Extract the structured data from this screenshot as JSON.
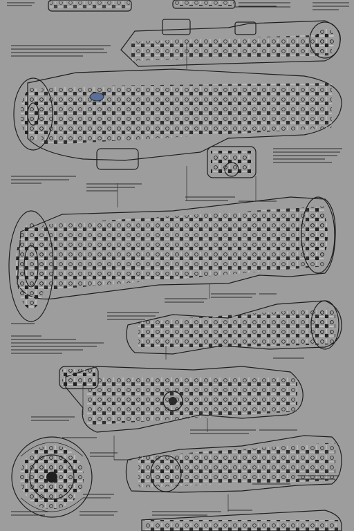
{
  "sheet": {
    "background": "#9d9d9d",
    "ink": "#1e1e1e",
    "highlight": "#d9d9d9",
    "accent": "#5a6f9a"
  },
  "machines": [
    {
      "id": "top-strip-module"
    },
    {
      "id": "upper-reactor-module"
    },
    {
      "id": "main-engine-assembly"
    },
    {
      "id": "long-turbine-assembly"
    },
    {
      "id": "thruster-pod"
    },
    {
      "id": "coupling-module"
    },
    {
      "id": "ring-turbine"
    },
    {
      "id": "exhaust-module"
    },
    {
      "id": "bottom-strip-module"
    }
  ]
}
